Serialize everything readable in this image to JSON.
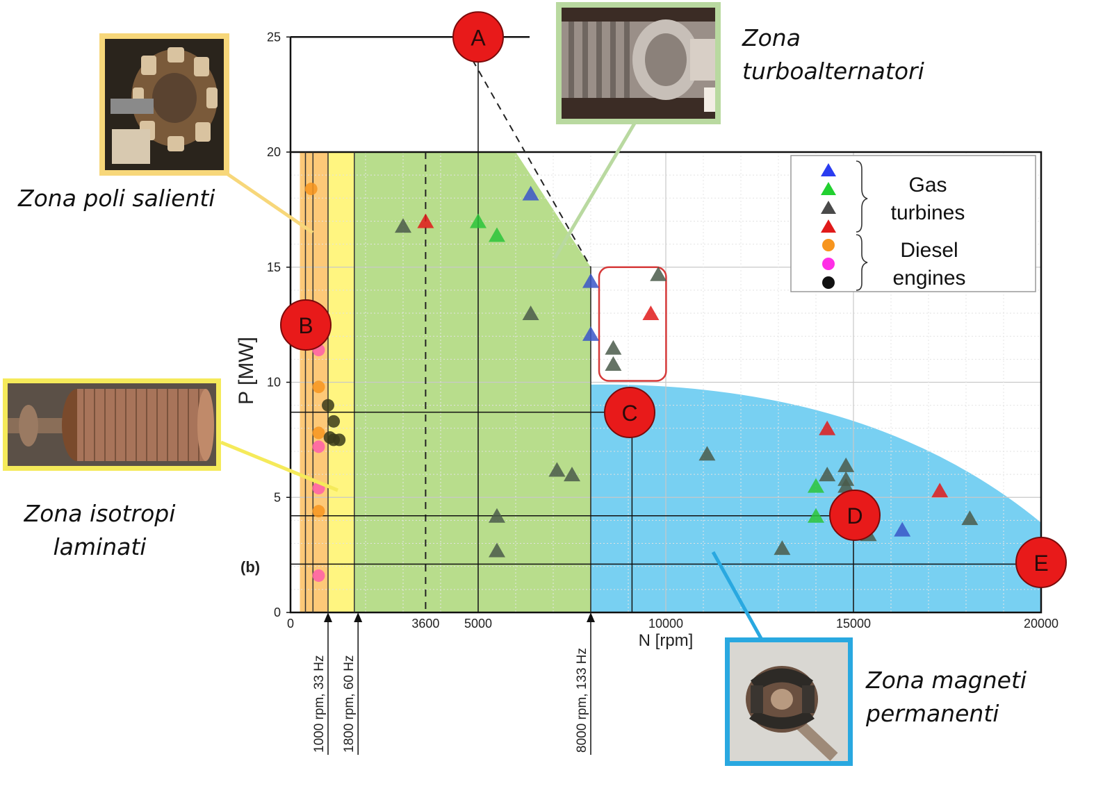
{
  "chart_data": {
    "type": "scatter",
    "xlabel": "N [rpm]",
    "ylabel": "P [MW]",
    "panel_label": "(b)",
    "xlim": [
      0,
      20000
    ],
    "ylim": [
      0,
      25
    ],
    "x_ticks": [
      {
        "value": 0,
        "label": "0"
      },
      {
        "value": 3600,
        "label": "3600"
      },
      {
        "value": 5000,
        "label": "5000"
      },
      {
        "value": 10000,
        "label": "10000"
      },
      {
        "value": 15000,
        "label": "15000"
      },
      {
        "value": 20000,
        "label": "20000"
      }
    ],
    "y_ticks": [
      {
        "value": 0,
        "label": "0"
      },
      {
        "value": 5,
        "label": "5"
      },
      {
        "value": 10,
        "label": "10"
      },
      {
        "value": 15,
        "label": "15"
      },
      {
        "value": 20,
        "label": "20"
      },
      {
        "value": 25,
        "label": "25"
      }
    ],
    "speed_markers": [
      {
        "rpm": 1000,
        "label": "1000 rpm, 33 Hz"
      },
      {
        "rpm": 1800,
        "label": "1800 rpm, 60 Hz"
      },
      {
        "rpm": 8000,
        "label": "8000 rpm, 133 Hz"
      }
    ],
    "zones": [
      {
        "name": "salient-pole",
        "x_range": [
          250,
          1000
        ],
        "color": "#fdc978"
      },
      {
        "name": "laminated-isotropic",
        "x_range": [
          1000,
          1700
        ],
        "color": "#fff580"
      },
      {
        "name": "turboalternator",
        "boundary": [
          [
            1700,
            0
          ],
          [
            1700,
            20
          ],
          [
            6000,
            20
          ],
          [
            8000,
            15
          ],
          [
            8000,
            0
          ]
        ],
        "color": "#b8dd8c"
      },
      {
        "name": "permanent-magnet",
        "boundary_start": [
          8000,
          9.9
        ],
        "boundary_end": [
          20000,
          3.9
        ],
        "color": "#78d0f2"
      }
    ],
    "limit_points": [
      {
        "label": "A",
        "x": 5000,
        "y": 25
      },
      {
        "label": "B",
        "x": 400,
        "y": 12.5
      },
      {
        "label": "C",
        "x": 9100,
        "y": 8.7
      },
      {
        "label": "D",
        "x": 15000,
        "y": 4.2
      },
      {
        "label": "E",
        "x": 20000,
        "y": 2.1
      }
    ],
    "highlight_region": {
      "x_range": [
        8000,
        9600
      ],
      "y_range": [
        10,
        15
      ]
    },
    "legend": {
      "position": "top-right",
      "groups": [
        {
          "label": "Gas turbines",
          "markers": [
            {
              "shape": "triangle",
              "color": "#2a3cf0"
            },
            {
              "shape": "triangle",
              "color": "#22d030"
            },
            {
              "shape": "triangle",
              "color": "#4a4a4a"
            },
            {
              "shape": "triangle",
              "color": "#e01a1a"
            }
          ]
        },
        {
          "label": "Diesel engines",
          "markers": [
            {
              "shape": "circle",
              "color": "#f7951e"
            },
            {
              "shape": "circle",
              "color": "#ff2ee6"
            },
            {
              "shape": "circle",
              "color": "#111111"
            }
          ]
        }
      ]
    },
    "series": [
      {
        "category": "gas-turbine-blue",
        "marker": "triangle",
        "color": "#3a56c8",
        "points": [
          [
            6400,
            18.2
          ],
          [
            8000,
            14.4
          ],
          [
            8000,
            12.1
          ],
          [
            16300,
            3.6
          ]
        ]
      },
      {
        "category": "gas-turbine-green",
        "marker": "triangle",
        "color": "#2ac43a",
        "points": [
          [
            5000,
            17.0
          ],
          [
            5500,
            16.4
          ],
          [
            14000,
            5.5
          ],
          [
            14000,
            4.2
          ]
        ]
      },
      {
        "category": "gas-turbine-grey",
        "marker": "triangle",
        "color": "#4a5a4a",
        "points": [
          [
            3000,
            16.8
          ],
          [
            6400,
            13.0
          ],
          [
            7100,
            6.2
          ],
          [
            7500,
            6.0
          ],
          [
            5500,
            4.2
          ],
          [
            5500,
            2.7
          ],
          [
            9800,
            14.7
          ],
          [
            8600,
            11.5
          ],
          [
            8600,
            10.8
          ],
          [
            11100,
            6.9
          ],
          [
            14300,
            6.0
          ],
          [
            14800,
            6.4
          ],
          [
            14800,
            5.8
          ],
          [
            14800,
            5.5
          ],
          [
            15400,
            3.4
          ],
          [
            13100,
            2.8
          ],
          [
            18100,
            4.1
          ]
        ]
      },
      {
        "category": "gas-turbine-red",
        "marker": "triangle",
        "color": "#e01a1a",
        "points": [
          [
            3600,
            17.0
          ],
          [
            9600,
            13.0
          ],
          [
            14300,
            8.0
          ],
          [
            17300,
            5.3
          ]
        ]
      },
      {
        "category": "diesel-orange",
        "marker": "circle",
        "color": "#f7951e",
        "points": [
          [
            550,
            18.4
          ],
          [
            750,
            9.8
          ],
          [
            750,
            7.8
          ],
          [
            750,
            4.4
          ]
        ]
      },
      {
        "category": "diesel-magenta",
        "marker": "circle",
        "color": "#ff5ea8",
        "points": [
          [
            750,
            11.4
          ],
          [
            750,
            7.2
          ],
          [
            750,
            5.4
          ],
          [
            750,
            1.6
          ]
        ]
      },
      {
        "category": "diesel-black",
        "marker": "circle",
        "color": "#3a3a1a",
        "points": [
          [
            1000,
            9.0
          ],
          [
            1150,
            8.3
          ],
          [
            1050,
            7.6
          ],
          [
            1150,
            7.5
          ],
          [
            1300,
            7.5
          ]
        ]
      }
    ]
  },
  "annotations": {
    "zona_poli_salienti": "Zona poli salienti",
    "zona_isotropi_line1": "Zona isotropi",
    "zona_isotropi_line2": "laminati",
    "zona_turbo_line1": "Zona",
    "zona_turbo_line2": "turboalternatori",
    "zona_magneti_line1": "Zona magneti",
    "zona_magneti_line2": "permanenti"
  },
  "legend_labels": {
    "gas_line1": "Gas",
    "gas_line2": "turbines",
    "diesel_line1": "Diesel",
    "diesel_line2": "engines"
  },
  "photos": [
    {
      "name": "salient-pole-rotor-photo",
      "frame_color": "#f7d77a"
    },
    {
      "name": "laminated-rotor-photo",
      "frame_color": "#f5ea5a"
    },
    {
      "name": "turboalternator-rotor-photo",
      "frame_color": "#b9d9a0"
    },
    {
      "name": "pm-rotor-photo",
      "frame_color": "#29a8e0"
    }
  ]
}
